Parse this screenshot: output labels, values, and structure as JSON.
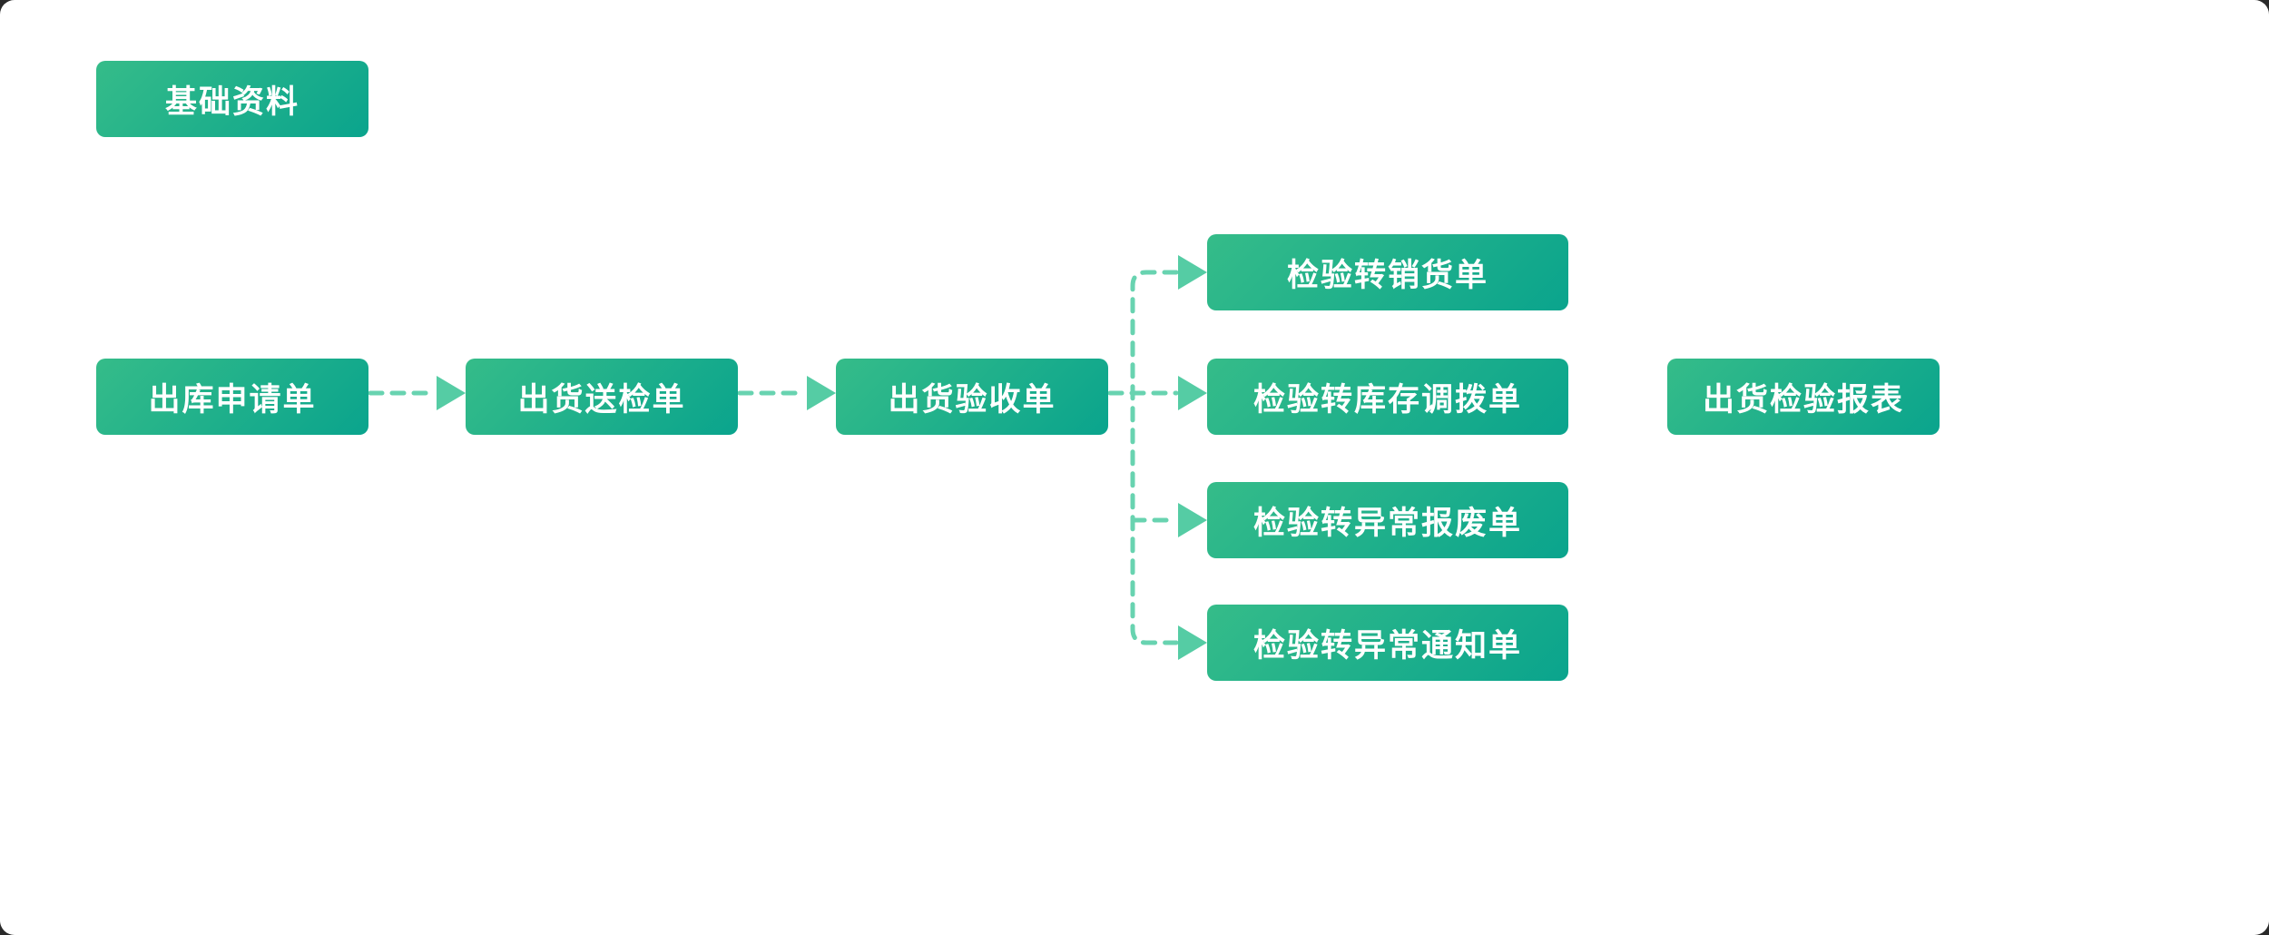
{
  "palette": {
    "box_gradient_start": "#35bc89",
    "box_gradient_end": "#0aa48d",
    "connector_dash": "#68d3b0",
    "arrowhead": "#55cca4",
    "node_text": "#ffffff",
    "page_background": "#ffffff"
  },
  "flow": {
    "nodes": {
      "basic_data": {
        "label": "基础资料"
      },
      "outbound_request": {
        "label": "出库申请单"
      },
      "shipment_submit": {
        "label": "出货送检单"
      },
      "shipment_acceptance": {
        "label": "出货验收单"
      },
      "inspect_to_sales": {
        "label": "检验转销货单"
      },
      "inspect_to_transfer": {
        "label": "检验转库存调拨单"
      },
      "inspect_to_scrap": {
        "label": "检验转异常报废单"
      },
      "inspect_to_notice": {
        "label": "检验转异常通知单"
      },
      "inspection_report": {
        "label": "出货检验报表"
      }
    },
    "edges": [
      {
        "from": "出库申请单",
        "to": "出货送检单",
        "style": "dashed-arrow"
      },
      {
        "from": "出货送检单",
        "to": "出货验收单",
        "style": "dashed-arrow"
      },
      {
        "from": "出货验收单",
        "to": "检验转销货单",
        "style": "dashed-arrow"
      },
      {
        "from": "出货验收单",
        "to": "检验转库存调拨单",
        "style": "dashed-arrow"
      },
      {
        "from": "出货验收单",
        "to": "检验转异常报废单",
        "style": "dashed-arrow"
      },
      {
        "from": "出货验收单",
        "to": "检验转异常通知单",
        "style": "dashed-arrow"
      }
    ]
  }
}
